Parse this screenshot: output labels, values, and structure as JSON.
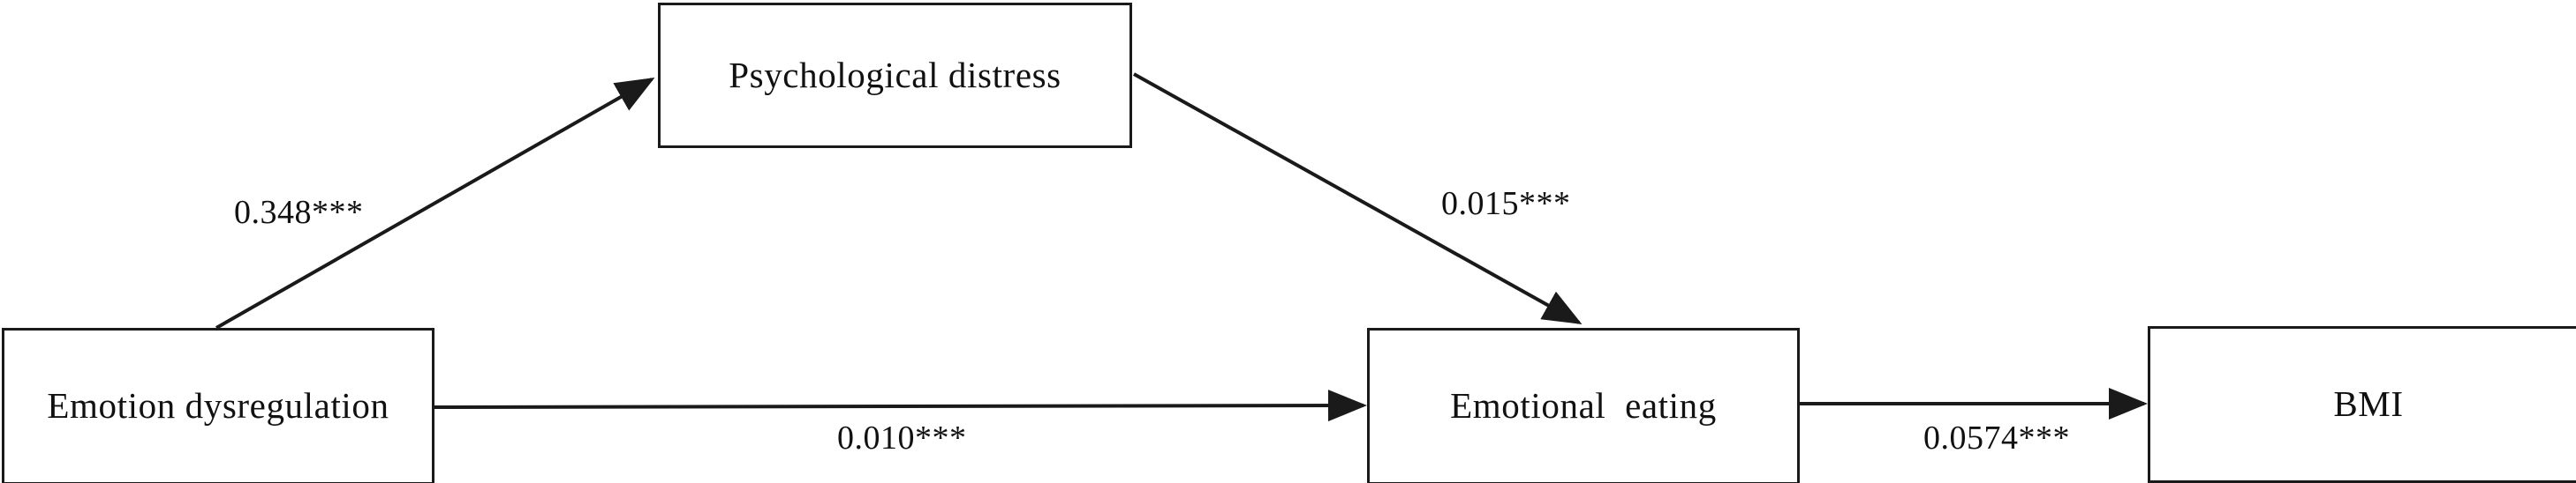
{
  "diagram": {
    "type": "path-diagram",
    "title": "",
    "background_color": "#ffffff",
    "line_color": "#1a1a1a",
    "text_color": "#111111",
    "nodes": [
      {
        "id": "emotion_dysregulation",
        "label": "Emotion dysregulation"
      },
      {
        "id": "psychological_distress",
        "label": "Psychological distress"
      },
      {
        "id": "emotional_eating",
        "label": "Emotional  eating"
      },
      {
        "id": "bmi",
        "label": "BMI"
      }
    ],
    "edges": [
      {
        "id": "ed_to_pd",
        "from": "emotion_dysregulation",
        "to": "psychological_distress",
        "coefficient": "0.348",
        "significance": "***",
        "label": "0.348***",
        "style": "diagonal-up-right"
      },
      {
        "id": "pd_to_ee",
        "from": "psychological_distress",
        "to": "emotional_eating",
        "coefficient": "0.015",
        "significance": "***",
        "label": "0.015***",
        "style": "diagonal-down-right"
      },
      {
        "id": "ed_to_ee",
        "from": "emotion_dysregulation",
        "to": "emotional_eating",
        "coefficient": "0.010",
        "significance": "***",
        "label": "0.010***",
        "style": "horizontal"
      },
      {
        "id": "ee_to_bmi",
        "from": "emotional_eating",
        "to": "bmi",
        "coefficient": "0.0574",
        "significance": "***",
        "label": "0.0574***",
        "style": "horizontal"
      }
    ]
  }
}
